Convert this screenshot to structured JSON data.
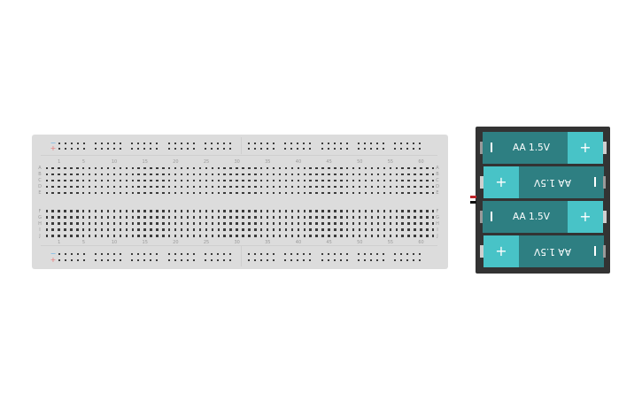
{
  "breadboard": {
    "row_letters_top": [
      "A",
      "B",
      "C",
      "D",
      "E"
    ],
    "row_letters_bottom": [
      "F",
      "G",
      "H",
      "I",
      "J"
    ],
    "column_labels": [
      "1",
      "5",
      "10",
      "15",
      "20",
      "25",
      "30",
      "35",
      "40",
      "45",
      "50",
      "55",
      "60"
    ],
    "rail_minus": "−",
    "rail_plus": "+",
    "colors": {
      "board": "#dcdcdc",
      "hole": "#3a3a3a",
      "minus": "#6fb6e8",
      "plus": "#e87a7a"
    }
  },
  "battery_pack": {
    "cells": [
      {
        "label": "AA 1.5V",
        "plus": "+",
        "orientation": "plus-right"
      },
      {
        "label": "AA 1.5V",
        "plus": "+",
        "orientation": "plus-left"
      },
      {
        "label": "AA 1.5V",
        "plus": "+",
        "orientation": "plus-right"
      },
      {
        "label": "AA 1.5V",
        "plus": "+",
        "orientation": "plus-left"
      }
    ],
    "colors": {
      "case": "#333333",
      "cell": "#2e7f82",
      "cap": "#48c3c7",
      "wire_positive": "#c0262b",
      "wire_negative": "#111111"
    }
  }
}
